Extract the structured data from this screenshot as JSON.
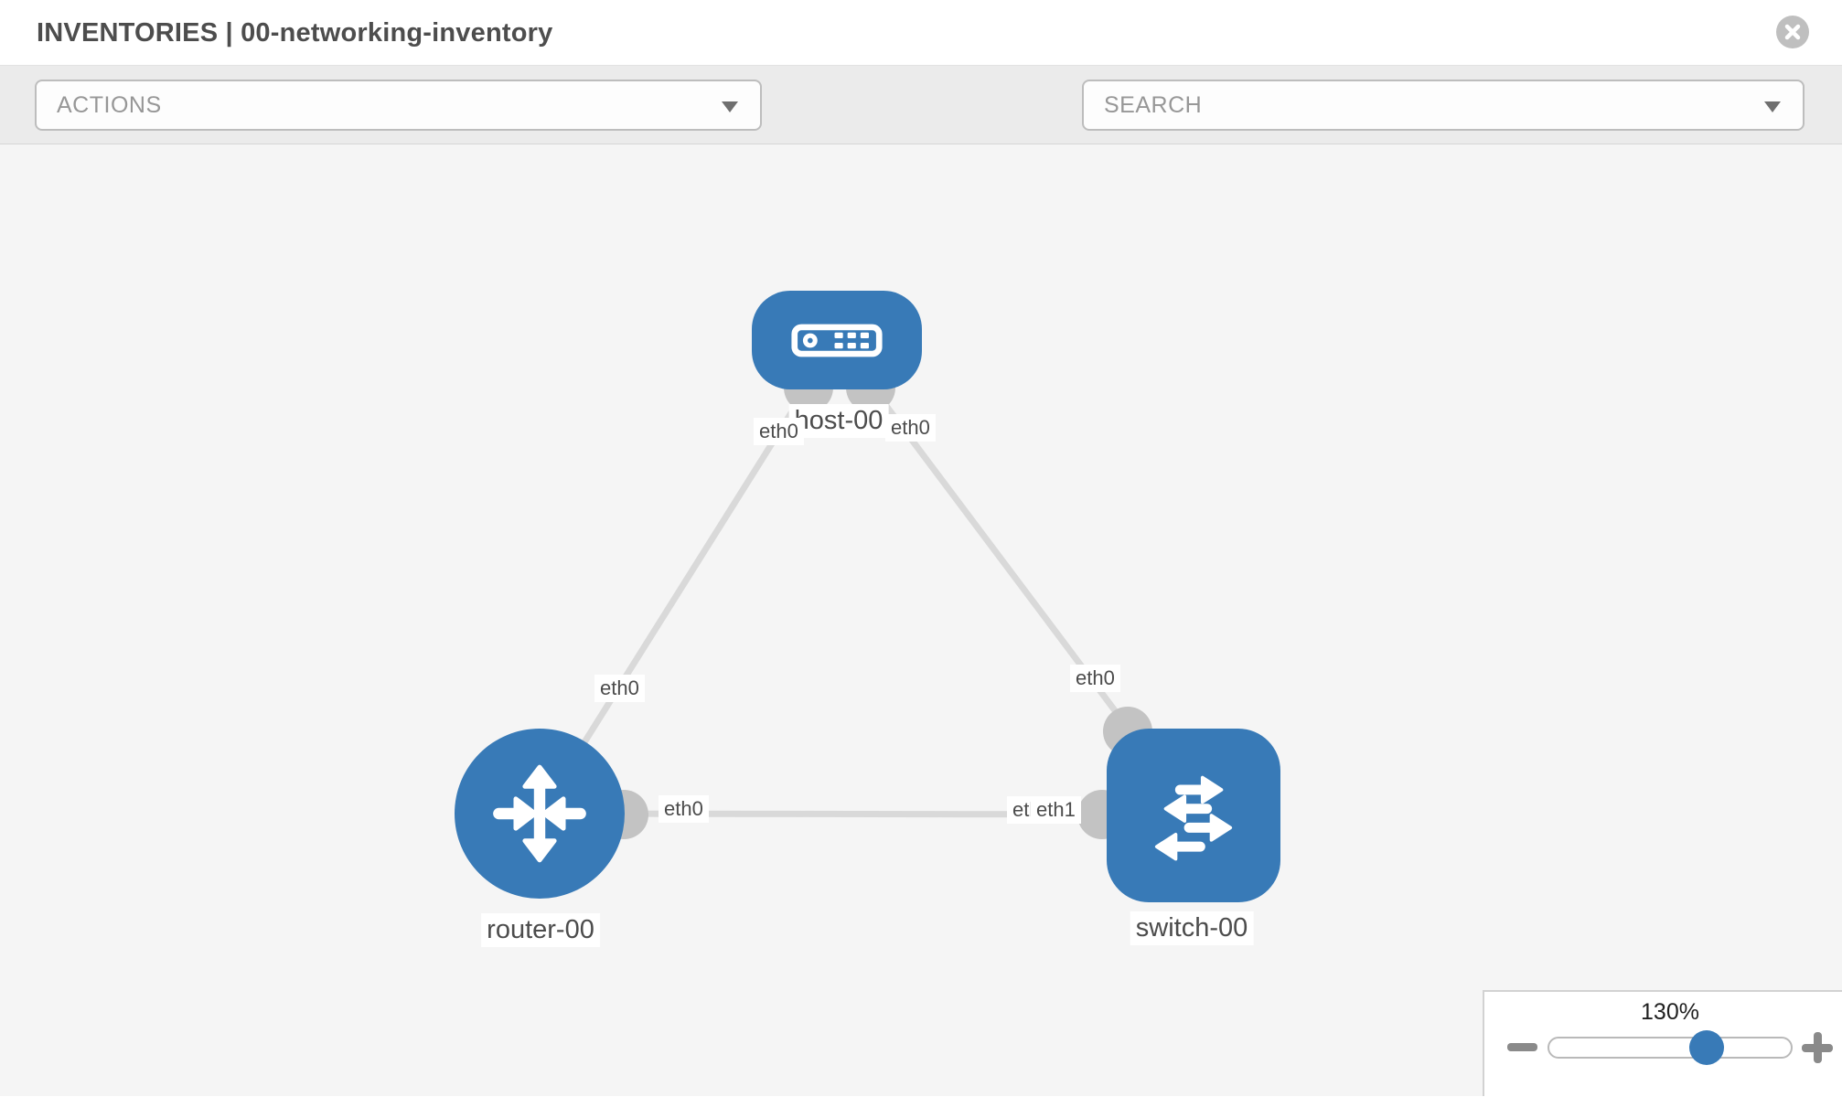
{
  "header": {
    "title": "INVENTORIES | 00-networking-inventory",
    "close_icon": "x-circle"
  },
  "toolbar": {
    "actions_label": "ACTIONS",
    "search_label": "SEARCH",
    "icons": [
      "wrench-icon",
      "key-icon"
    ]
  },
  "topology": {
    "nodes": [
      {
        "id": "host-00",
        "type": "host",
        "label": "host-00",
        "icon": "host-icon"
      },
      {
        "id": "router-00",
        "type": "router",
        "label": "router-00",
        "icon": "router-icon"
      },
      {
        "id": "switch-00",
        "type": "switch",
        "label": "switch-00",
        "icon": "switch-icon"
      }
    ],
    "links": [
      {
        "source": "host-00",
        "target": "router-00",
        "source_interface": "eth0",
        "target_interface": "eth0"
      },
      {
        "source": "host-00",
        "target": "switch-00",
        "source_interface": "eth0",
        "target_interface": "eth0"
      },
      {
        "source": "router-00",
        "target": "switch-00",
        "source_interface": "eth0",
        "target_interface": "eth1"
      }
    ],
    "interface_labels": {
      "host_to_router": "eth0",
      "host_to_switch": "eth0",
      "router_to_host": "eth0",
      "switch_to_host": "eth0",
      "router_to_switch": "eth0",
      "switch_to_router": "eth1",
      "switch_to_router_occluded": "eth1"
    },
    "colors": {
      "node_blue": "#387ab7",
      "link_gray": "#d9d9d9",
      "connector_gray": "#c3c3c3",
      "canvas_bg": "#f5f5f5"
    }
  },
  "zoom_control": {
    "value": "130%",
    "minus_label": "zoom out",
    "plus_label": "zoom in"
  }
}
